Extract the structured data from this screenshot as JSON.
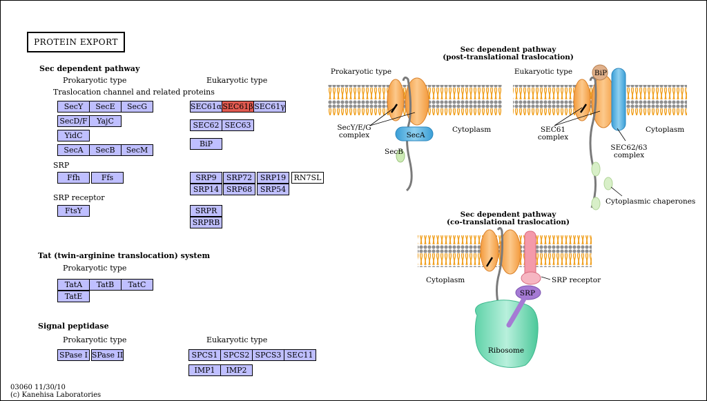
{
  "title": "PROTEIN EXPORT",
  "sections": {
    "sec": "Sec dependent pathway",
    "tat": "Tat (twin-arginine translocation) system",
    "signal": "Signal peptidase"
  },
  "labels": {
    "prokaryotic": "Prokaryotic type",
    "eukaryotic": "Eukaryotic type",
    "channel": "Traslocation channel and related proteins",
    "srp": "SRP",
    "srp_receptor": "SRP receptor"
  },
  "genes": {
    "secy": "SecY",
    "sece": "SecE",
    "secg": "SecG",
    "secdf": "SecD/F",
    "yajc": "YajC",
    "yidc": "YidC",
    "seca": "SecA",
    "secb": "SecB",
    "secm": "SecM",
    "ffh": "Ffh",
    "ffs": "Ffs",
    "ftsy": "FtsY",
    "sec61a": "SEC61α",
    "sec61b": "SEC61β",
    "sec61g": "SEC61γ",
    "sec62": "SEC62",
    "sec63": "SEC63",
    "bip": "BiP",
    "srp9": "SRP9",
    "srp72": "SRP72",
    "srp19": "SRP19",
    "rn7sl": "RN7SL",
    "srp14": "SRP14",
    "srp68": "SRP68",
    "srp54": "SRP54",
    "srpr": "SRPR",
    "srprb": "SRPRB",
    "tata": "TatA",
    "tatb": "TatB",
    "tatc": "TatC",
    "tate": "TatE",
    "spase1": "SPase I",
    "spase2": "SPase II",
    "spcs1": "SPCS1",
    "spcs2": "SPCS2",
    "spcs3": "SPCS3",
    "sec11": "SEC11",
    "imp1": "IMP1",
    "imp2": "IMP2"
  },
  "diagram": {
    "post_title_1": "Sec dependent pathway",
    "post_title_2": "(post-translational traslocation)",
    "co_title_1": "Sec dependent pathway",
    "co_title_2": "(co-translational traslocation)",
    "prokaryotic": "Prokaryotic type",
    "eukaryotic": "Eukaryotic type",
    "secyeg_1": "SecY/E/G",
    "secyeg_2": "complex",
    "seca": "SecA",
    "secb": "SecB",
    "cytoplasm": "Cytoplasm",
    "bip": "BiP",
    "sec61_1": "SEC61",
    "sec61_2": "complex",
    "sec6263_1": "SEC62/63",
    "sec6263_2": "complex",
    "chaperones": "Cytoplasmic chaperones",
    "srp_receptor": "SRP receptor",
    "srp": "SRP",
    "ribosome": "Ribosome"
  },
  "footer": {
    "code": "03060 11/30/10",
    "copyright": "(c) Kanehisa Laboratories"
  },
  "colors": {
    "gene_fill": "#bfbfff",
    "highlight": "#e05a50",
    "membrane": "#f5a623",
    "channel": "#f0a050",
    "seca_blue": "#4aa8d8",
    "srp_purple": "#9a6fc8",
    "ribosome": "#6fd8b0",
    "receptor_pink": "#f08a9a"
  }
}
